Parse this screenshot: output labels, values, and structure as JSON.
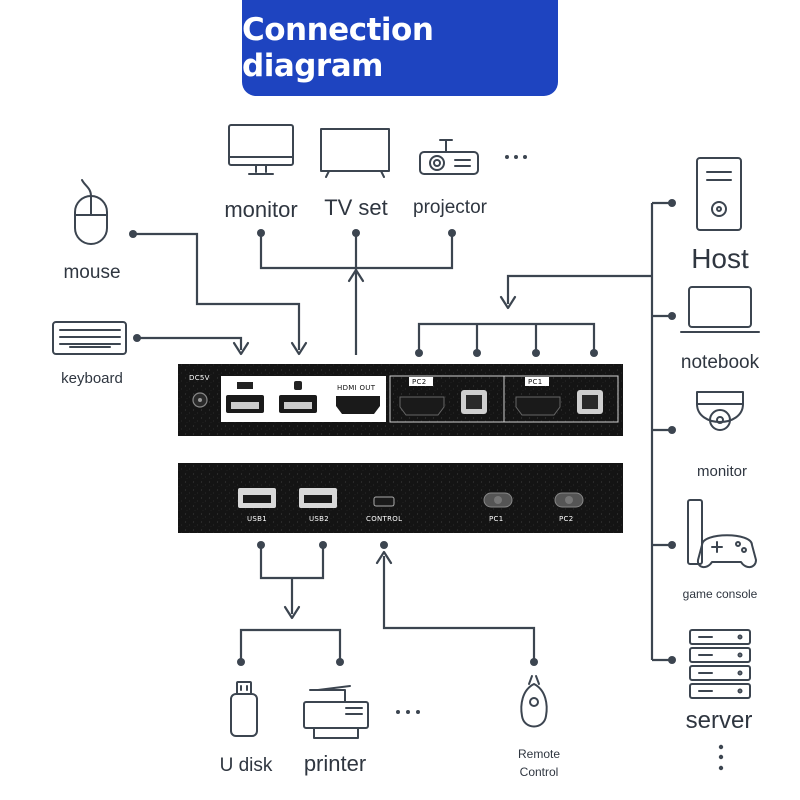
{
  "title": "Connection diagram",
  "devices": {
    "top": [
      "monitor",
      "TV set",
      "projector"
    ],
    "left": [
      "mouse",
      "keyboard"
    ],
    "right": [
      "Host",
      "notebook",
      "monitor",
      "game console",
      "server"
    ],
    "bottom": [
      "U disk",
      "printer"
    ],
    "remote": [
      "Remote",
      "Control"
    ]
  },
  "ports": {
    "front": {
      "dc": "DC5V",
      "hdmi_out": "HDMI OUT",
      "pc2": "PC2",
      "pc1": "PC1"
    },
    "back": {
      "usb1": "USB1",
      "usb2": "USB2",
      "control": "CONTROL",
      "pc1": "PC1",
      "pc2": "PC2"
    }
  },
  "ellipsis": "..."
}
